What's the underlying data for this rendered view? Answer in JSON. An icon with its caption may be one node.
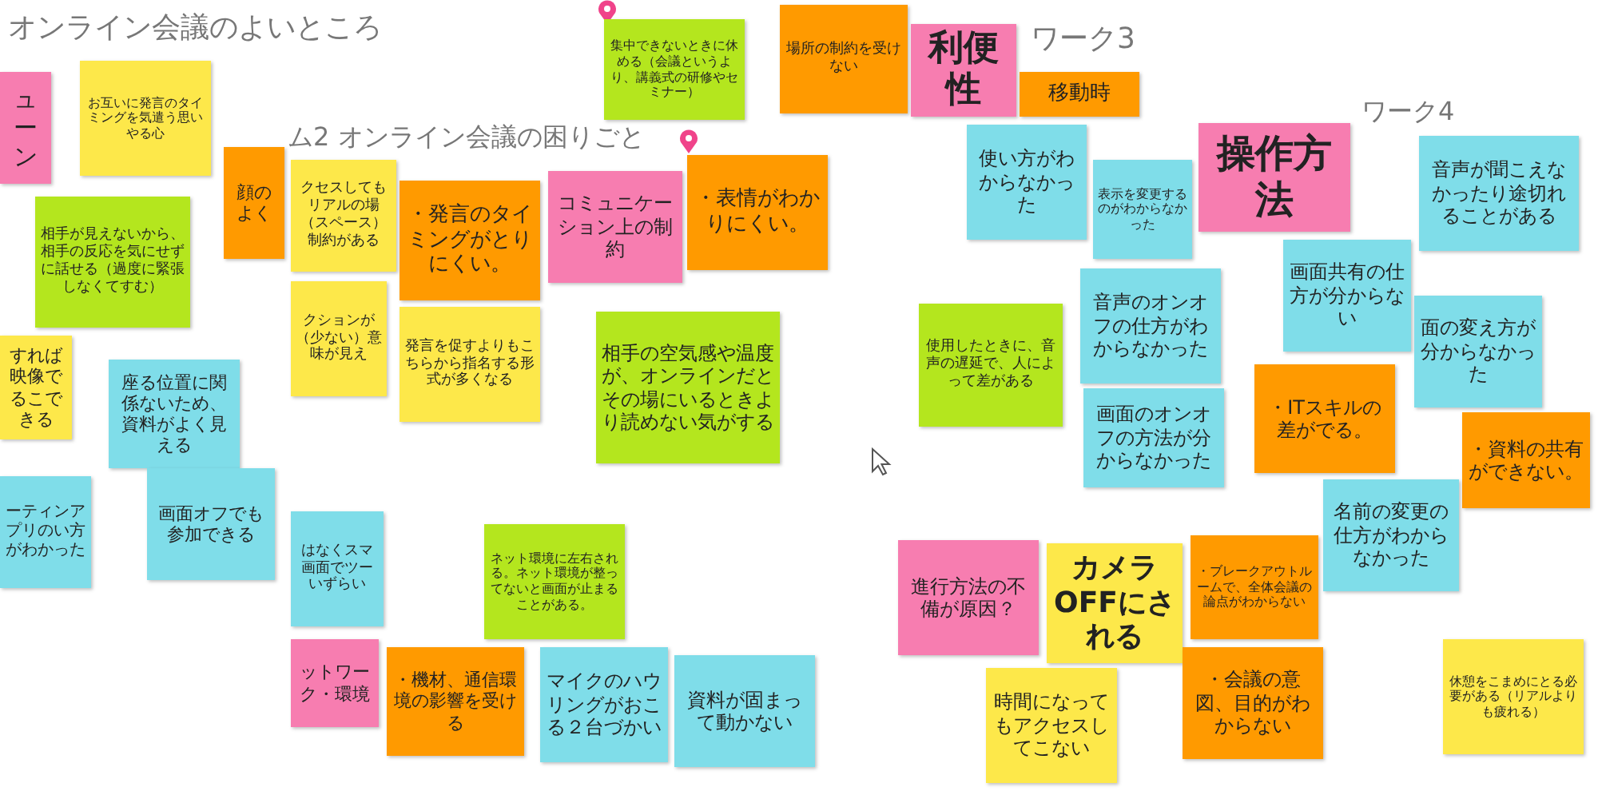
{
  "diagram": {
    "nodes": [
      {
        "text": [
          "ューン"
        ]
      },
      {
        "text": [
          "お互いに発言のタイミングを気遣う思いやる心"
        ]
      },
      {
        "text": [
          "相手が見えないから、相手の反応を気にせずに話せる（過度に緊張しなくてすむ）"
        ]
      },
      {
        "text": [
          "すれば映像でるこできる"
        ]
      },
      {
        "text": [
          "座る位置に関係ないため、資料がよく見える"
        ]
      },
      {
        "text": [
          "ーティンアプリのい方がわかった"
        ]
      },
      {
        "text": [
          "画面オフでも参加できる"
        ]
      },
      {
        "text": [
          "顔のよく"
        ]
      },
      {
        "text": [
          "クセスしてもリアルの場（スペース）制約がある"
        ]
      },
      {
        "text": [
          "クションが（少ない）意味が見え"
        ]
      },
      {
        "text": [
          "・発言のタイミングがとりにくい。"
        ]
      },
      {
        "text": [
          "発言を促すよりもこちらから指名する形式が多くなる"
        ]
      },
      {
        "text": [
          "コミュニケーション上の制約"
        ]
      },
      {
        "text": [
          "・表情がわかりにくい。"
        ]
      },
      {
        "text": [
          "相手の空気感や温度が、オンラインだとその場にいるときより読めない気がする"
        ]
      },
      {
        "text": [
          "使用したときに、音声の遅延で、人によって差がある"
        ]
      },
      {
        "text": [
          "集中できないときに休める（会議というより、講義式の研修やセミナー）"
        ]
      },
      {
        "text": [
          "場所の制約を受けない"
        ]
      },
      {
        "text": [
          "利便性"
        ]
      },
      {
        "text": [
          "移動時"
        ]
      },
      {
        "text": [
          "はなくスマ画面でツーいずらい"
        ]
      },
      {
        "text": [
          "ネット環境に左右される。ネット環境が整ってないと画面が止まることがある。"
        ]
      },
      {
        "text": [
          "ットワーク・環境"
        ]
      },
      {
        "text": [
          "・機材、通信環境の影響を受ける"
        ]
      },
      {
        "text": [
          "マイクのハウリングがおこる２台づかい"
        ]
      },
      {
        "text": [
          "資料が固まって動かない"
        ]
      },
      {
        "text": [
          "進行方法の不備が原因？"
        ]
      },
      {
        "text": [
          "カメラOFFにされる"
        ]
      },
      {
        "text": [
          "時間になってもアクセスしてこない"
        ]
      },
      {
        "text": [
          "・ブレークアウトルームで、全体会議の論点がわからない"
        ]
      },
      {
        "text": [
          "・会議の意図、目的がわからない"
        ]
      },
      {
        "text": [
          "使い方がわからなかった"
        ]
      },
      {
        "text": [
          "表示を変更するのがわからなかった"
        ]
      },
      {
        "text": [
          "操作方法"
        ]
      },
      {
        "text": [
          "音声が聞こえなかったり途切れることがある"
        ]
      },
      {
        "text": [
          "画面共有の仕方が分からない"
        ]
      },
      {
        "text": [
          "音声のオンオフの仕方がわからなかった"
        ]
      },
      {
        "text": [
          "面の変え方が分からなかった"
        ]
      },
      {
        "text": [
          "画面のオンオフの方法が分からなかった"
        ]
      },
      {
        "text": [
          "・ITスキルの差がでる。"
        ]
      },
      {
        "text": [
          "・資料の共有ができない。"
        ]
      },
      {
        "text": [
          "名前の変更の仕方がわからなかった"
        ]
      },
      {
        "text": [
          "休憩をこまめにとる必要がある（リアルよりも疲れる）"
        ]
      }
    ],
    "labels": [
      "オンライン会議のよいところ",
      "ワーク3",
      "ム2 オンライン会議の困りごと",
      "ワーク4"
    ]
  }
}
